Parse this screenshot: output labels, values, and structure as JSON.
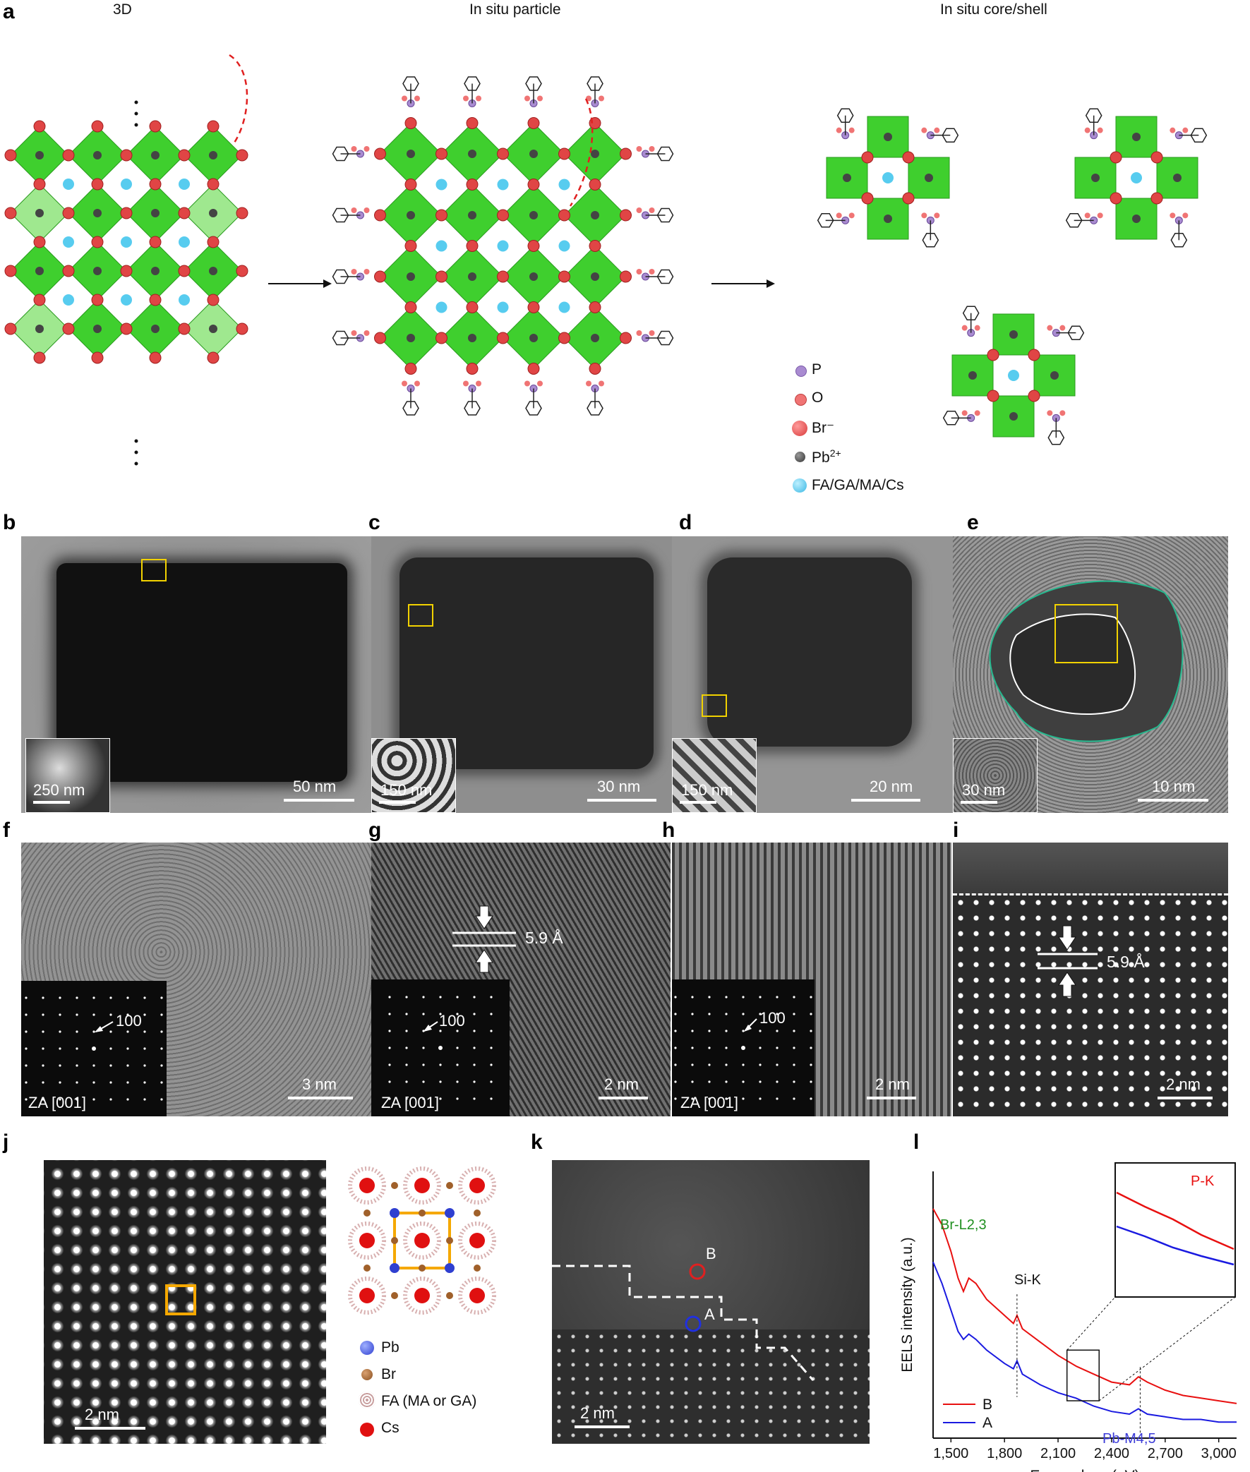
{
  "panel_labels": {
    "a": "a",
    "b": "b",
    "c": "c",
    "d": "d",
    "e": "e",
    "f": "f",
    "g": "g",
    "h": "h",
    "i": "i",
    "j": "j",
    "k": "k",
    "l": "l"
  },
  "panel_a": {
    "title_3d": "3D",
    "title_particle": "In situ particle",
    "title_coreshell": "In situ core/shell",
    "legend": [
      {
        "label": "P",
        "color": "#a98bd1"
      },
      {
        "label": "O",
        "color": "#f07474"
      },
      {
        "label": "Br⁻",
        "color": "#e04545"
      },
      {
        "label": "Pb2+",
        "color": "#444444"
      },
      {
        "label": "FA/GA/MA/Cs",
        "color": "#57ccef"
      }
    ],
    "colors": {
      "octahedron": "#3fcf2e",
      "octa_light": "#9fe88f",
      "br": "#e04545",
      "pb": "#444444",
      "a_site": "#57ccef",
      "arrow_red": "#e02020",
      "p": "#a98bd1",
      "o": "#f07474"
    }
  },
  "scale_bars": {
    "b_main": "50 nm",
    "b_inset": "250 nm",
    "c_main": "30 nm",
    "c_inset": "150 nm",
    "d_main": "20 nm",
    "d_inset": "150 nm",
    "e_main": "10 nm",
    "e_inset": "30 nm",
    "f": "3 nm",
    "g": "2 nm",
    "h": "2 nm",
    "i": "2 nm",
    "j": "2 nm",
    "k": "2 nm"
  },
  "fft": {
    "zone_axis": "ZA [001]",
    "spot": "100"
  },
  "spacing": {
    "g": "5.9 Å",
    "i": "5.9 Å"
  },
  "panel_j": {
    "legend": [
      {
        "label": "Pb",
        "color": "#2f3fd0"
      },
      {
        "label": "Br",
        "color": "#a0602a"
      },
      {
        "label": "FA (MA or GA)",
        "color": "#c9a0a0"
      },
      {
        "label": "Cs",
        "color": "#e01010"
      }
    ],
    "box_color": "#f5a800"
  },
  "panel_k": {
    "point_b": "B",
    "point_a": "A",
    "color_b": "#e02020",
    "color_a": "#2030e0"
  },
  "chart_data": {
    "type": "line",
    "xlabel": "Energy loss (eV)",
    "ylabel": "EELS intensity (a.u.)",
    "xlim": [
      1400,
      3100
    ],
    "xticks": [
      "1,500",
      "1,800",
      "2,100",
      "2,400",
      "2,700",
      "3,000"
    ],
    "xtick_values": [
      1500,
      1800,
      2100,
      2400,
      2700,
      3000
    ],
    "series": [
      {
        "name": "B",
        "color": "#e81010",
        "x": [
          1400,
          1450,
          1500,
          1540,
          1570,
          1600,
          1640,
          1700,
          1800,
          1850,
          1870,
          1900,
          2000,
          2100,
          2200,
          2300,
          2400,
          2500,
          2550,
          2600,
          2700,
          2800,
          2900,
          3000,
          3100
        ],
        "y": [
          0.86,
          0.8,
          0.7,
          0.6,
          0.55,
          0.6,
          0.58,
          0.52,
          0.46,
          0.43,
          0.46,
          0.41,
          0.36,
          0.31,
          0.27,
          0.24,
          0.21,
          0.2,
          0.23,
          0.21,
          0.18,
          0.16,
          0.15,
          0.14,
          0.13
        ]
      },
      {
        "name": "A",
        "color": "#1a1ae0",
        "x": [
          1400,
          1450,
          1500,
          1540,
          1570,
          1600,
          1640,
          1700,
          1800,
          1850,
          1870,
          1900,
          2000,
          2100,
          2200,
          2300,
          2400,
          2500,
          2550,
          2600,
          2700,
          2800,
          2900,
          3000,
          3100
        ],
        "y": [
          0.66,
          0.58,
          0.48,
          0.4,
          0.37,
          0.39,
          0.37,
          0.33,
          0.28,
          0.26,
          0.29,
          0.24,
          0.2,
          0.17,
          0.15,
          0.12,
          0.1,
          0.09,
          0.11,
          0.09,
          0.08,
          0.07,
          0.07,
          0.06,
          0.06
        ]
      }
    ],
    "annotations": [
      {
        "text": "Br-L2,3",
        "color": "#1f8f1f"
      },
      {
        "text": "Si-K",
        "color": "#111111"
      },
      {
        "text": "Pb-M4,5",
        "color": "#3b3bd8"
      },
      {
        "text": "P-K",
        "color": "#e81010"
      }
    ]
  }
}
